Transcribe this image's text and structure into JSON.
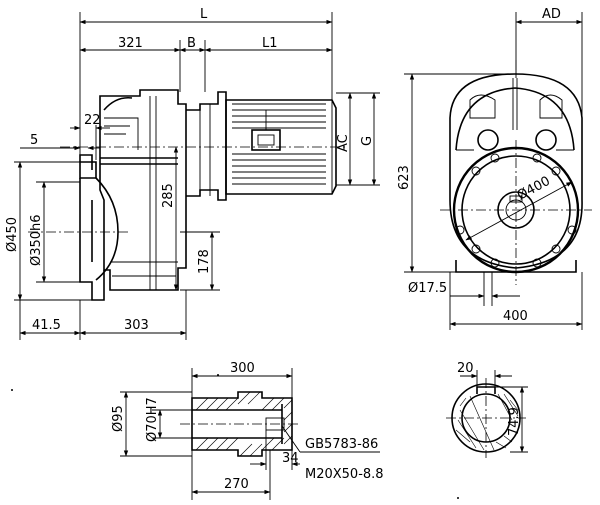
{
  "dimensions": {
    "L": "L",
    "d321": "321",
    "B": "B",
    "L1": "L1",
    "AD": "AD",
    "d22": "22",
    "d5": "5",
    "AC": "AC",
    "G": "G",
    "d623": "623",
    "d285": "285",
    "phi450": "Ø450",
    "phi350h6": "Ø350h6",
    "d178": "178",
    "phi400": "Ø400",
    "phi17_5": "Ø17.5",
    "d400": "400",
    "d41_5": "41.5",
    "d303": "303",
    "d300": "300",
    "phi95": "Ø95",
    "phi70H7": "Ø70H7",
    "d34": "34",
    "gb": "GB5783-86",
    "m20": "M20X50-8.8",
    "d270": "270",
    "d20": "20",
    "d74_9": "74.9"
  }
}
